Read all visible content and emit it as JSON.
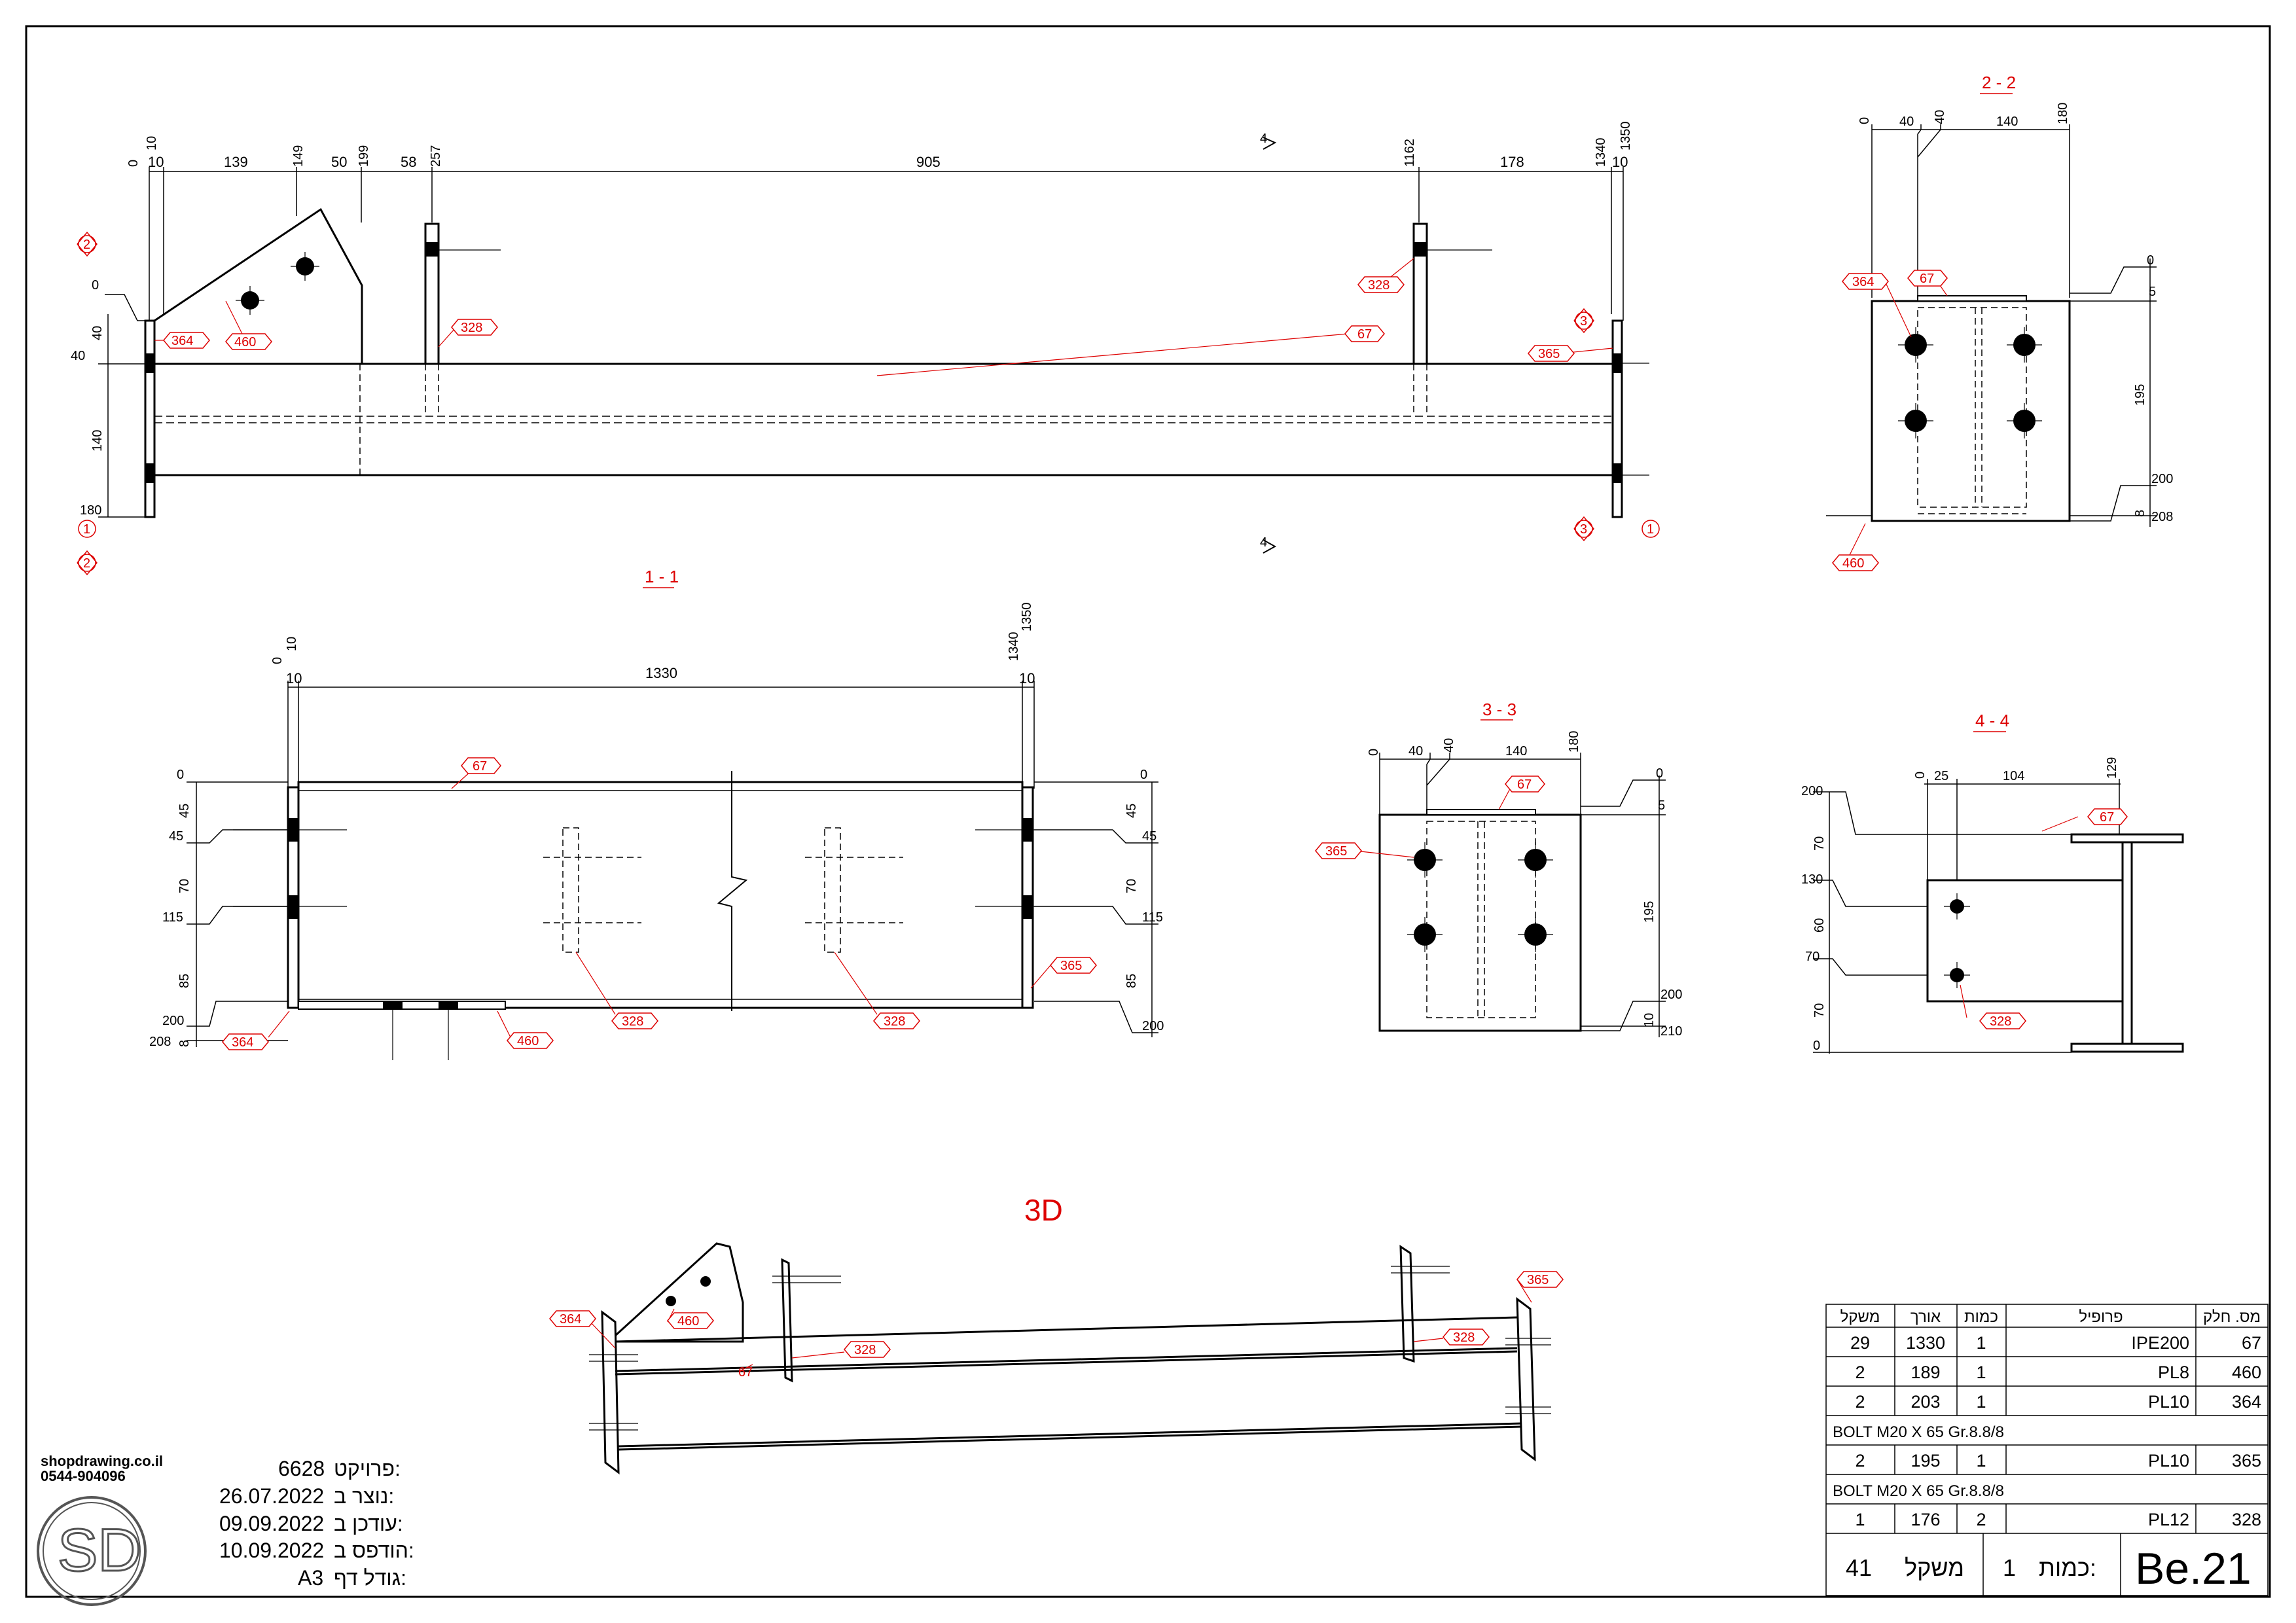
{
  "main_view": {
    "dims_top": [
      "0",
      "10",
      "10",
      "139",
      "149",
      "50",
      "199",
      "58",
      "257",
      "905",
      "1162",
      "178",
      "1340",
      "1350",
      "10"
    ],
    "dims_left": [
      "0",
      "40",
      "40",
      "140",
      "180"
    ],
    "tags": {
      "t364": "364",
      "t460": "460",
      "t328a": "328",
      "t67": "67",
      "t328b": "328",
      "t365": "365"
    },
    "markers": {
      "m2": "2",
      "m1": "1",
      "m3": "3"
    }
  },
  "section_11": {
    "title": "1 - 1",
    "dims_top": [
      "0",
      "10",
      "10",
      "1330",
      "1340",
      "1350",
      "10"
    ],
    "dims_left": [
      "0",
      "45",
      "45",
      "70",
      "115",
      "85",
      "200",
      "208",
      "8"
    ],
    "dims_right": [
      "0",
      "45",
      "45",
      "70",
      "115",
      "85",
      "200"
    ],
    "tags": {
      "t67": "67",
      "t365": "365",
      "t364": "364",
      "t460": "460",
      "t328a": "328",
      "t328b": "328"
    }
  },
  "section_22": {
    "title": "2 - 2",
    "dims_top": [
      "0",
      "40",
      "40",
      "140",
      "180"
    ],
    "dims_right": [
      "0",
      "5",
      "195",
      "200",
      "8",
      "208"
    ],
    "tags": {
      "t364": "364",
      "t67": "67",
      "t460": "460"
    }
  },
  "section_33": {
    "title": "3 - 3",
    "dims_top": [
      "0",
      "40",
      "40",
      "140",
      "180"
    ],
    "dims_right": [
      "0",
      "5",
      "195",
      "200",
      "10",
      "210"
    ],
    "tags": {
      "t365": "365",
      "t67": "67"
    }
  },
  "section_44": {
    "title": "4 - 4",
    "dims_top": [
      "0",
      "25",
      "104",
      "129"
    ],
    "dims_left": [
      "200",
      "70",
      "130",
      "60",
      "70",
      "70",
      "0"
    ],
    "tags": {
      "t67": "67",
      "t328": "328"
    }
  },
  "view_3d": {
    "title": "3D",
    "tags": {
      "t364": "364",
      "t460": "460",
      "t328a": "328",
      "t67": "67",
      "t328b": "328",
      "t365": "365"
    }
  },
  "parts_table": {
    "headers": [
      "משקל",
      "אורך",
      "כמות",
      "פרופיל",
      "מס. חלק"
    ],
    "rows": [
      {
        "weight": "29",
        "length": "1330",
        "qty": "1",
        "profile": "IPE200",
        "part": "67"
      },
      {
        "weight": "2",
        "length": "189",
        "qty": "1",
        "profile": "PL8",
        "part": "460"
      },
      {
        "weight": "2",
        "length": "203",
        "qty": "1",
        "profile": "PL10",
        "part": "364"
      }
    ],
    "bolt1": "BOLT M20 X 65 Gr.8.8/8",
    "row4": {
      "weight": "2",
      "length": "195",
      "qty": "1",
      "profile": "PL10",
      "part": "365"
    },
    "bolt2": "BOLT M20 X 65 Gr.8.8/8",
    "row5": {
      "weight": "1",
      "length": "176",
      "qty": "2",
      "profile": "PL12",
      "part": "328"
    },
    "footer": {
      "weight_value": "41",
      "weight_label": "משקל",
      "qty_label": "כמות:",
      "qty_value": "1",
      "mark": "Be.21"
    }
  },
  "company": {
    "site": "shopdrawing.co.il",
    "phone": "0544-904096",
    "logo_letters": "SD"
  },
  "project_info": {
    "project_label": "פרויקט:",
    "project_value": "6628",
    "created_label": "נוצר ב:",
    "created_value": "26.07.2022",
    "updated_label": "עודכן ב:",
    "updated_value": "09.09.2022",
    "printed_label": "הודפס ב:",
    "printed_value": "10.09.2022",
    "size_label": "גודל דף:",
    "size_value": "A3"
  }
}
